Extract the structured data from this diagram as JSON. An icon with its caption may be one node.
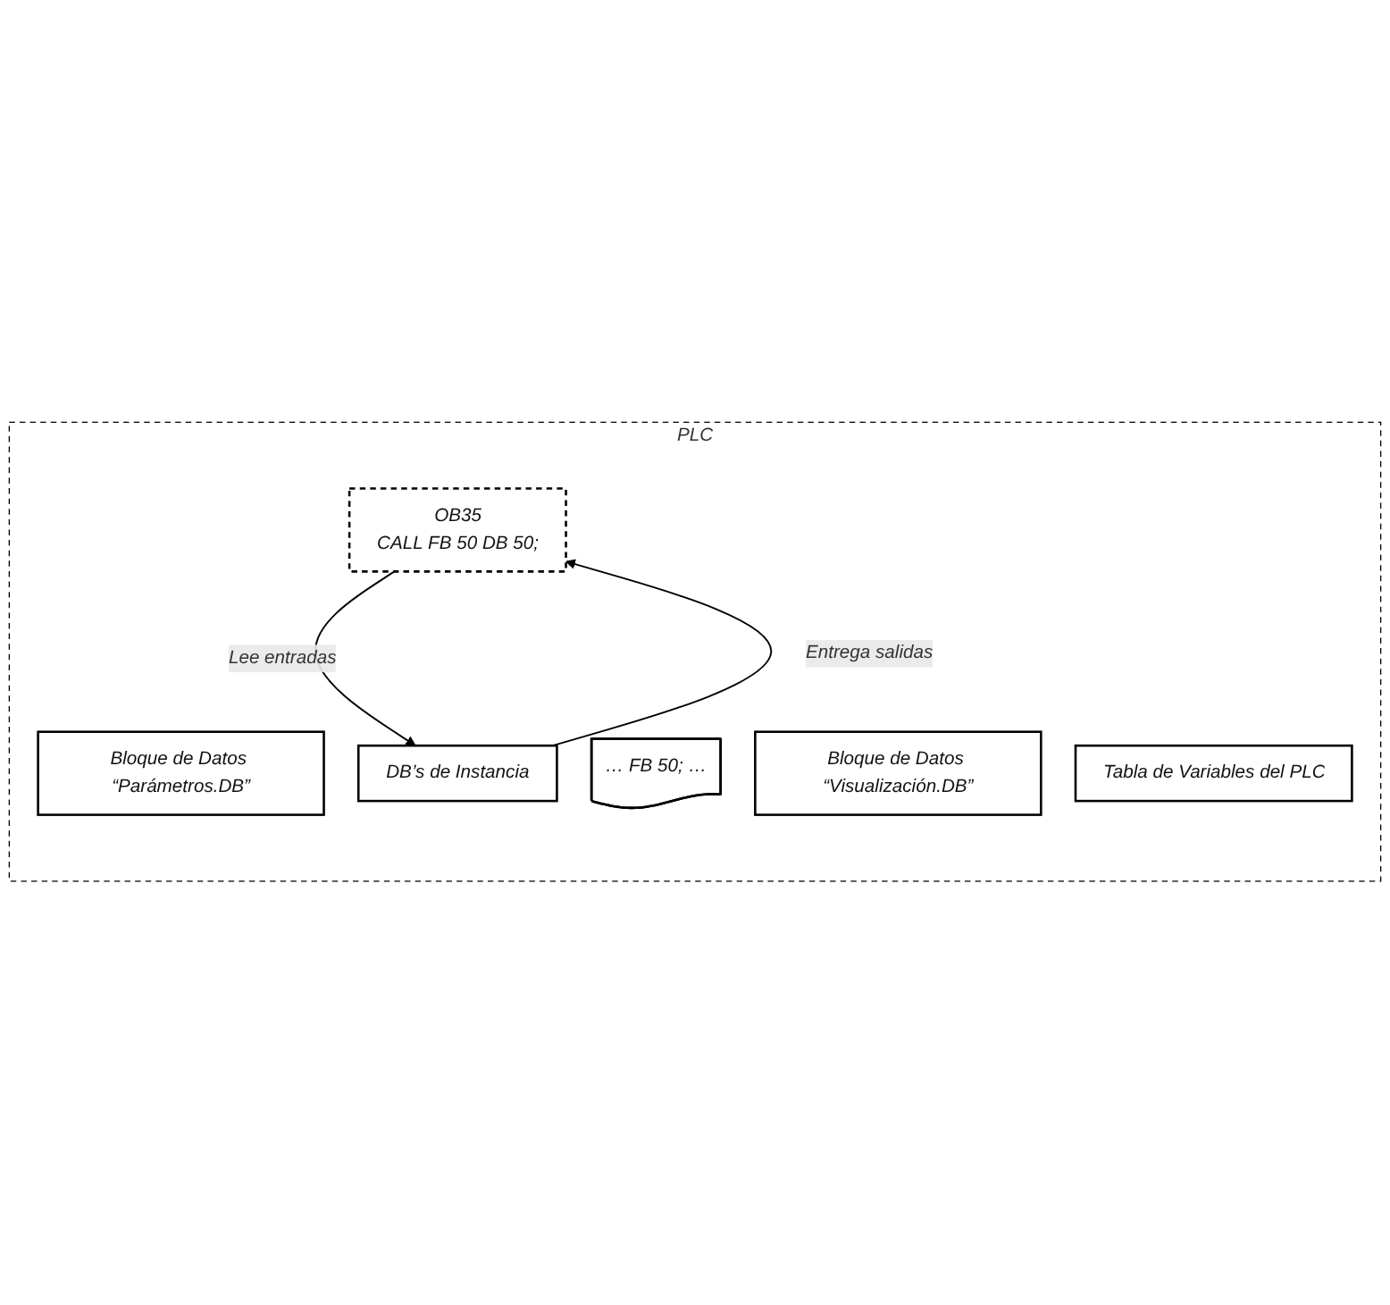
{
  "diagram": {
    "nodes": [
      {
        "text": [
          "PLC"
        ]
      },
      {
        "text": [
          "Bloque de Datos “Parámetros.DB”"
        ],
        "in": 0
      },
      {
        "text": [
          "OB35",
          "CALL FB 50 DB 50;"
        ],
        "in": 0
      },
      {
        "text": [
          "DB’s de Instancia"
        ],
        "in": 0
      },
      {
        "text": [
          "… FB 50; …"
        ],
        "in": 0
      },
      {
        "text": [
          "Bloque de Datos “Visualización.DB”"
        ],
        "in": 0
      },
      {
        "text": [
          "Tabla de Variables del PLC"
        ],
        "in": 0
      }
    ],
    "edges": [
      {
        "from": 2,
        "to": 3,
        "arrow": "to",
        "label": "Lee entradas"
      },
      {
        "from": 3,
        "to": 2,
        "arrow": "to",
        "label": "Entrega salidas"
      }
    ]
  }
}
